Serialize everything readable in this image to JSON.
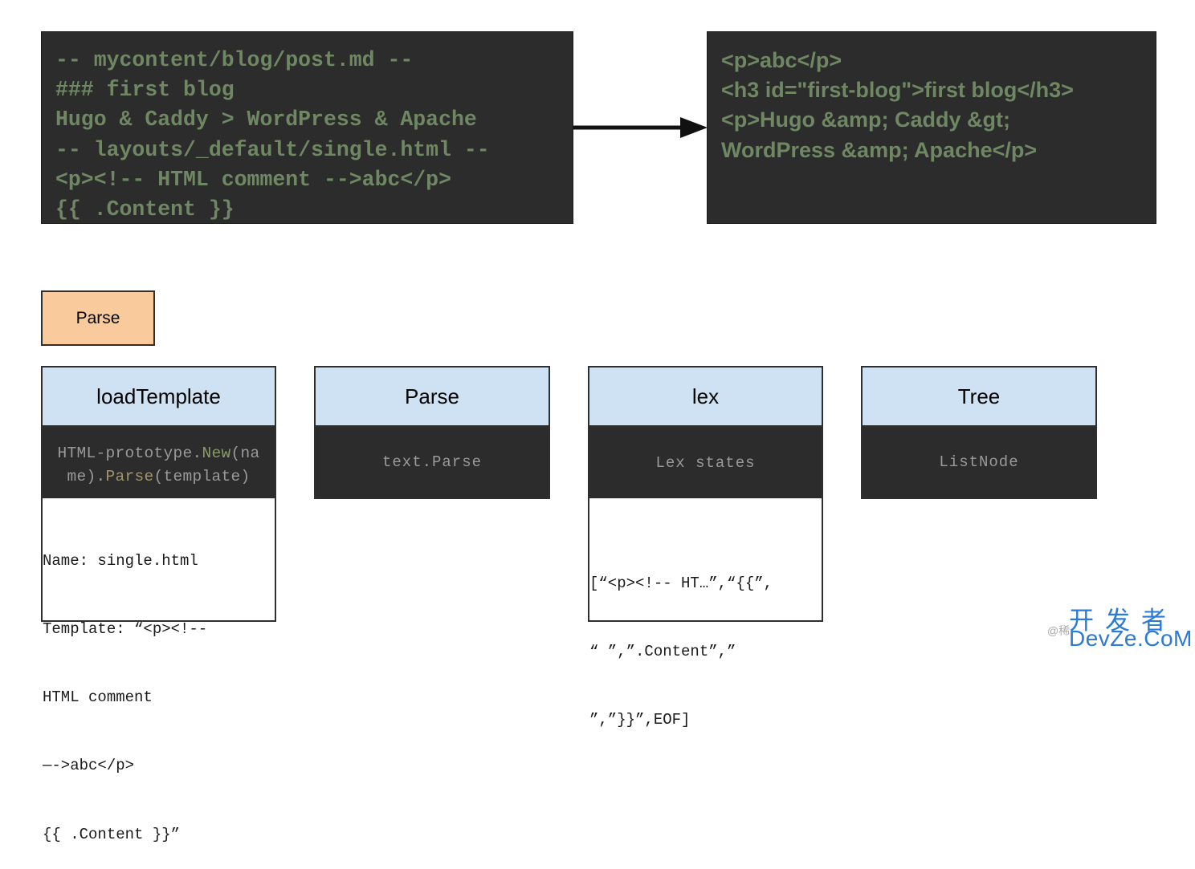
{
  "source_code": {
    "lines": [
      "-- mycontent/blog/post.md --",
      "### first blog",
      "Hugo & Caddy > WordPress & Apache",
      "-- layouts/_default/single.html --",
      "<p><!-- HTML comment -->abc</p>",
      "{{ .Content }}"
    ]
  },
  "output_code": {
    "lines": [
      "<p>abc</p>",
      "<h3 id=\"first-blog\">first blog</h3>",
      "<p>Hugo &amp; Caddy &gt;",
      "WordPress &amp; Apache</p>"
    ]
  },
  "parse_label": "Parse",
  "cards": {
    "loadTemplate": {
      "title": "loadTemplate",
      "code_line1_a": "HTML-prototype.",
      "code_line1_b": "New",
      "code_line1_c": "(na",
      "code_line2_a": "me).",
      "code_line2_b": "Parse",
      "code_line2_c": "(template)",
      "detail_lines": [
        "Name: single.html",
        "Template: “<p><!--",
        "HTML comment",
        "—->abc</p>",
        "{{ .Content }}”"
      ]
    },
    "parse": {
      "title": "Parse",
      "code": "text.Parse"
    },
    "lex": {
      "title": "lex",
      "code": "Lex states",
      "detail_lines": [
        "[“<p><!-- HT…”,“{{”,",
        "“ ”,”.Content”,”",
        "”,”}}”,EOF]"
      ]
    },
    "tree": {
      "title": "Tree",
      "code": "ListNode"
    }
  },
  "watermark": {
    "small": "@稀",
    "cn": "开发者",
    "en": "DevZe.CoM"
  }
}
